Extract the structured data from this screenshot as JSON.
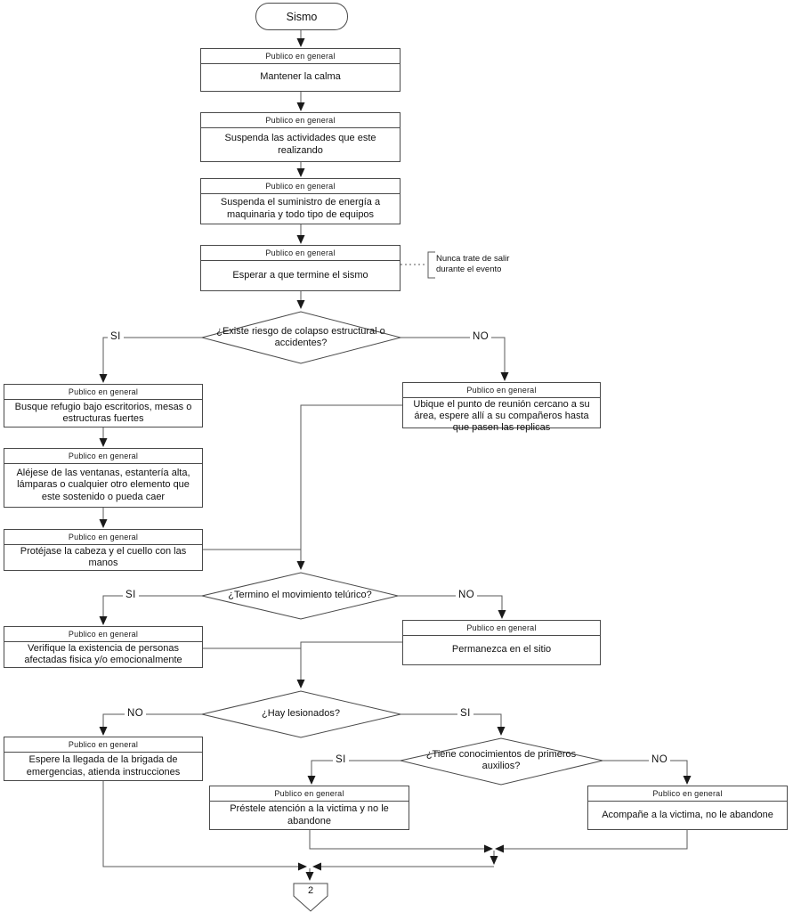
{
  "common": {
    "audience": "Publico en general"
  },
  "start": "Sismo",
  "steps": {
    "calma": "Mantener la calma",
    "suspenda_actividades": "Suspenda las actividades que este realizando",
    "suspenda_energia": "Suspenda el suministro de energía a maquinaria y todo tipo de equipos",
    "espere_sismo": "Esperar a que termine el sismo",
    "refugio": "Busque refugio bajo escritorios, mesas o estructuras fuertes",
    "alejese": "Aléjese de las ventanas, estantería alta, lámparas o cualquier otro elemento que este sostenido o pueda caer",
    "protejase": "Protéjase la cabeza y el cuello con las manos",
    "punto_reunion": "Ubique el punto de reunión cercano a su área, espere allí a su compañeros hasta que pasen las replicas",
    "verifique": "Verifique la existencia de personas afectadas fisica y/o emocionalmente",
    "permanezca": "Permanezca en el sitio",
    "espere_brigada": "Espere la llegada de la brigada de emergencias, atienda instrucciones",
    "prestele": "Préstele atención a la victima y no le abandone",
    "acompane": "Acompañe a la victima, no le abandone"
  },
  "decisions": {
    "colapso": {
      "text": "¿Existe riesgo de colapso estructural o accidentes?",
      "left": "SI",
      "right": "NO"
    },
    "termino": {
      "text": "¿Termino el movimiento telúrico?",
      "left": "SI",
      "right": "NO"
    },
    "lesionados": {
      "text": "¿Hay lesionados?",
      "left": "NO",
      "right": "SI"
    },
    "auxilios": {
      "text": "¿Tiene conocimientos de primeros auxilios?",
      "left": "SI",
      "right": "NO"
    }
  },
  "note": "Nunca trate de salir durante el evento",
  "offpage_connector": "2",
  "colors": {
    "line": "#5a5a5a",
    "border": "#4a4a4a",
    "arrow": "#1a1a1a",
    "background": "#ffffff"
  }
}
